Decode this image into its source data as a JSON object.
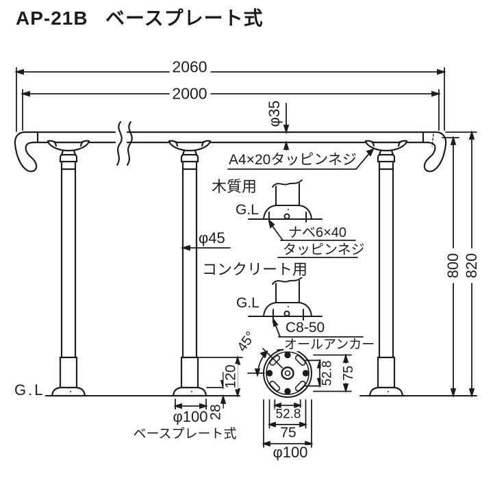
{
  "title": {
    "code": "AP-21B",
    "name": "ベースプレート式"
  },
  "texts": {
    "dim_overall": "2060",
    "dim_rail": "2000",
    "dim_rail_dia": "φ35",
    "note_rail_screw": "A4×20タッピンネジ",
    "label_wood": "木質用",
    "gl_wood": "G.L",
    "note_wood_screw_1": "ナベ6×40",
    "note_wood_screw_2": "タッピンネジ",
    "dim_post_dia": "φ45",
    "label_concrete": "コンクリート用",
    "gl_concrete": "G.L",
    "note_concrete_anchor_1": "C8-50",
    "note_concrete_anchor_2": "オールアンカー",
    "dim_height_inner": "800",
    "dim_height_outer": "820",
    "gl_main": "G.L",
    "dim_sleeve_height": "120",
    "dim_plate_height": "28",
    "dim_base_dia": "φ100",
    "label_baseplate": "ベースプレート式",
    "dim_angle": "45°",
    "dim_slot_pitch_v": "52.8",
    "dim_hole_pitch_v": "75",
    "dim_slot_pitch_h": "52.8",
    "dim_hole_pitch_h": "75",
    "dim_plate_dia": "φ100"
  },
  "colors": {
    "line": "#1c1c1c",
    "background": "#ffffff"
  }
}
